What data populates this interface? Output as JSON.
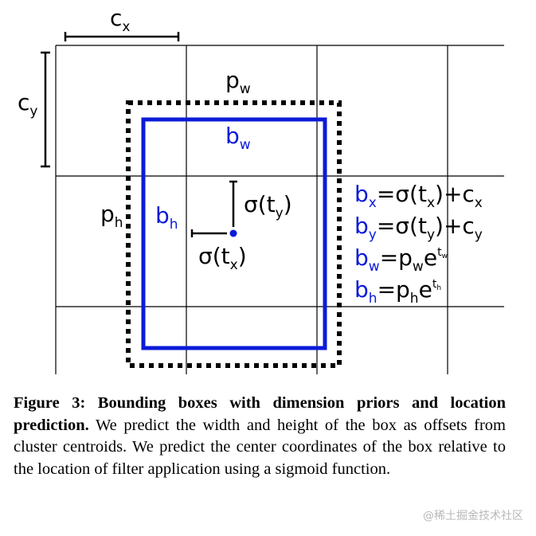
{
  "figure": {
    "cx_label": "c",
    "cx_sub": "x",
    "cy_label": "c",
    "cy_sub": "y",
    "pw_label": "p",
    "pw_sub": "w",
    "ph_label": "p",
    "ph_sub": "h",
    "bw_label": "b",
    "bw_sub": "w",
    "bh_label": "b",
    "bh_sub": "h",
    "sigma_ty": {
      "pre": "σ(t",
      "sub": "y",
      "post": ")"
    },
    "sigma_tx": {
      "pre": "σ(t",
      "sub": "x",
      "post": ")"
    },
    "equations": [
      {
        "lhs": "b",
        "lhs_sub": "x",
        "rhs": "=σ(t",
        "rhs_sub": "x",
        "rhs_post": ")+c",
        "rhs_post_sub": "x"
      },
      {
        "lhs": "b",
        "lhs_sub": "y",
        "rhs": "=σ(t",
        "rhs_sub": "y",
        "rhs_post": ")+c",
        "rhs_post_sub": "y"
      },
      {
        "lhs": "b",
        "lhs_sub": "w",
        "rhs": "=p",
        "rhs_sub": "w",
        "rhs_post": "e",
        "rhs_post_sup": "t",
        "rhs_post_sup_sub": "w"
      },
      {
        "lhs": "b",
        "lhs_sub": "h",
        "rhs": "=p",
        "rhs_sub": "h",
        "rhs_post": "e",
        "rhs_post_sup": "t",
        "rhs_post_sup_sub": "h"
      }
    ],
    "colors": {
      "blue": "#0b1bd8",
      "black": "#000000",
      "grid": "#000000"
    }
  },
  "caption": {
    "label": "Figure 3:",
    "bold_title": "Bounding boxes with dimension priors and location prediction.",
    "body": "We predict the width and height of the box as offsets from cluster centroids. We predict the center coordinates of the box relative to the location of filter application using a sigmoid function."
  },
  "watermark": "@稀土掘金技术社区"
}
